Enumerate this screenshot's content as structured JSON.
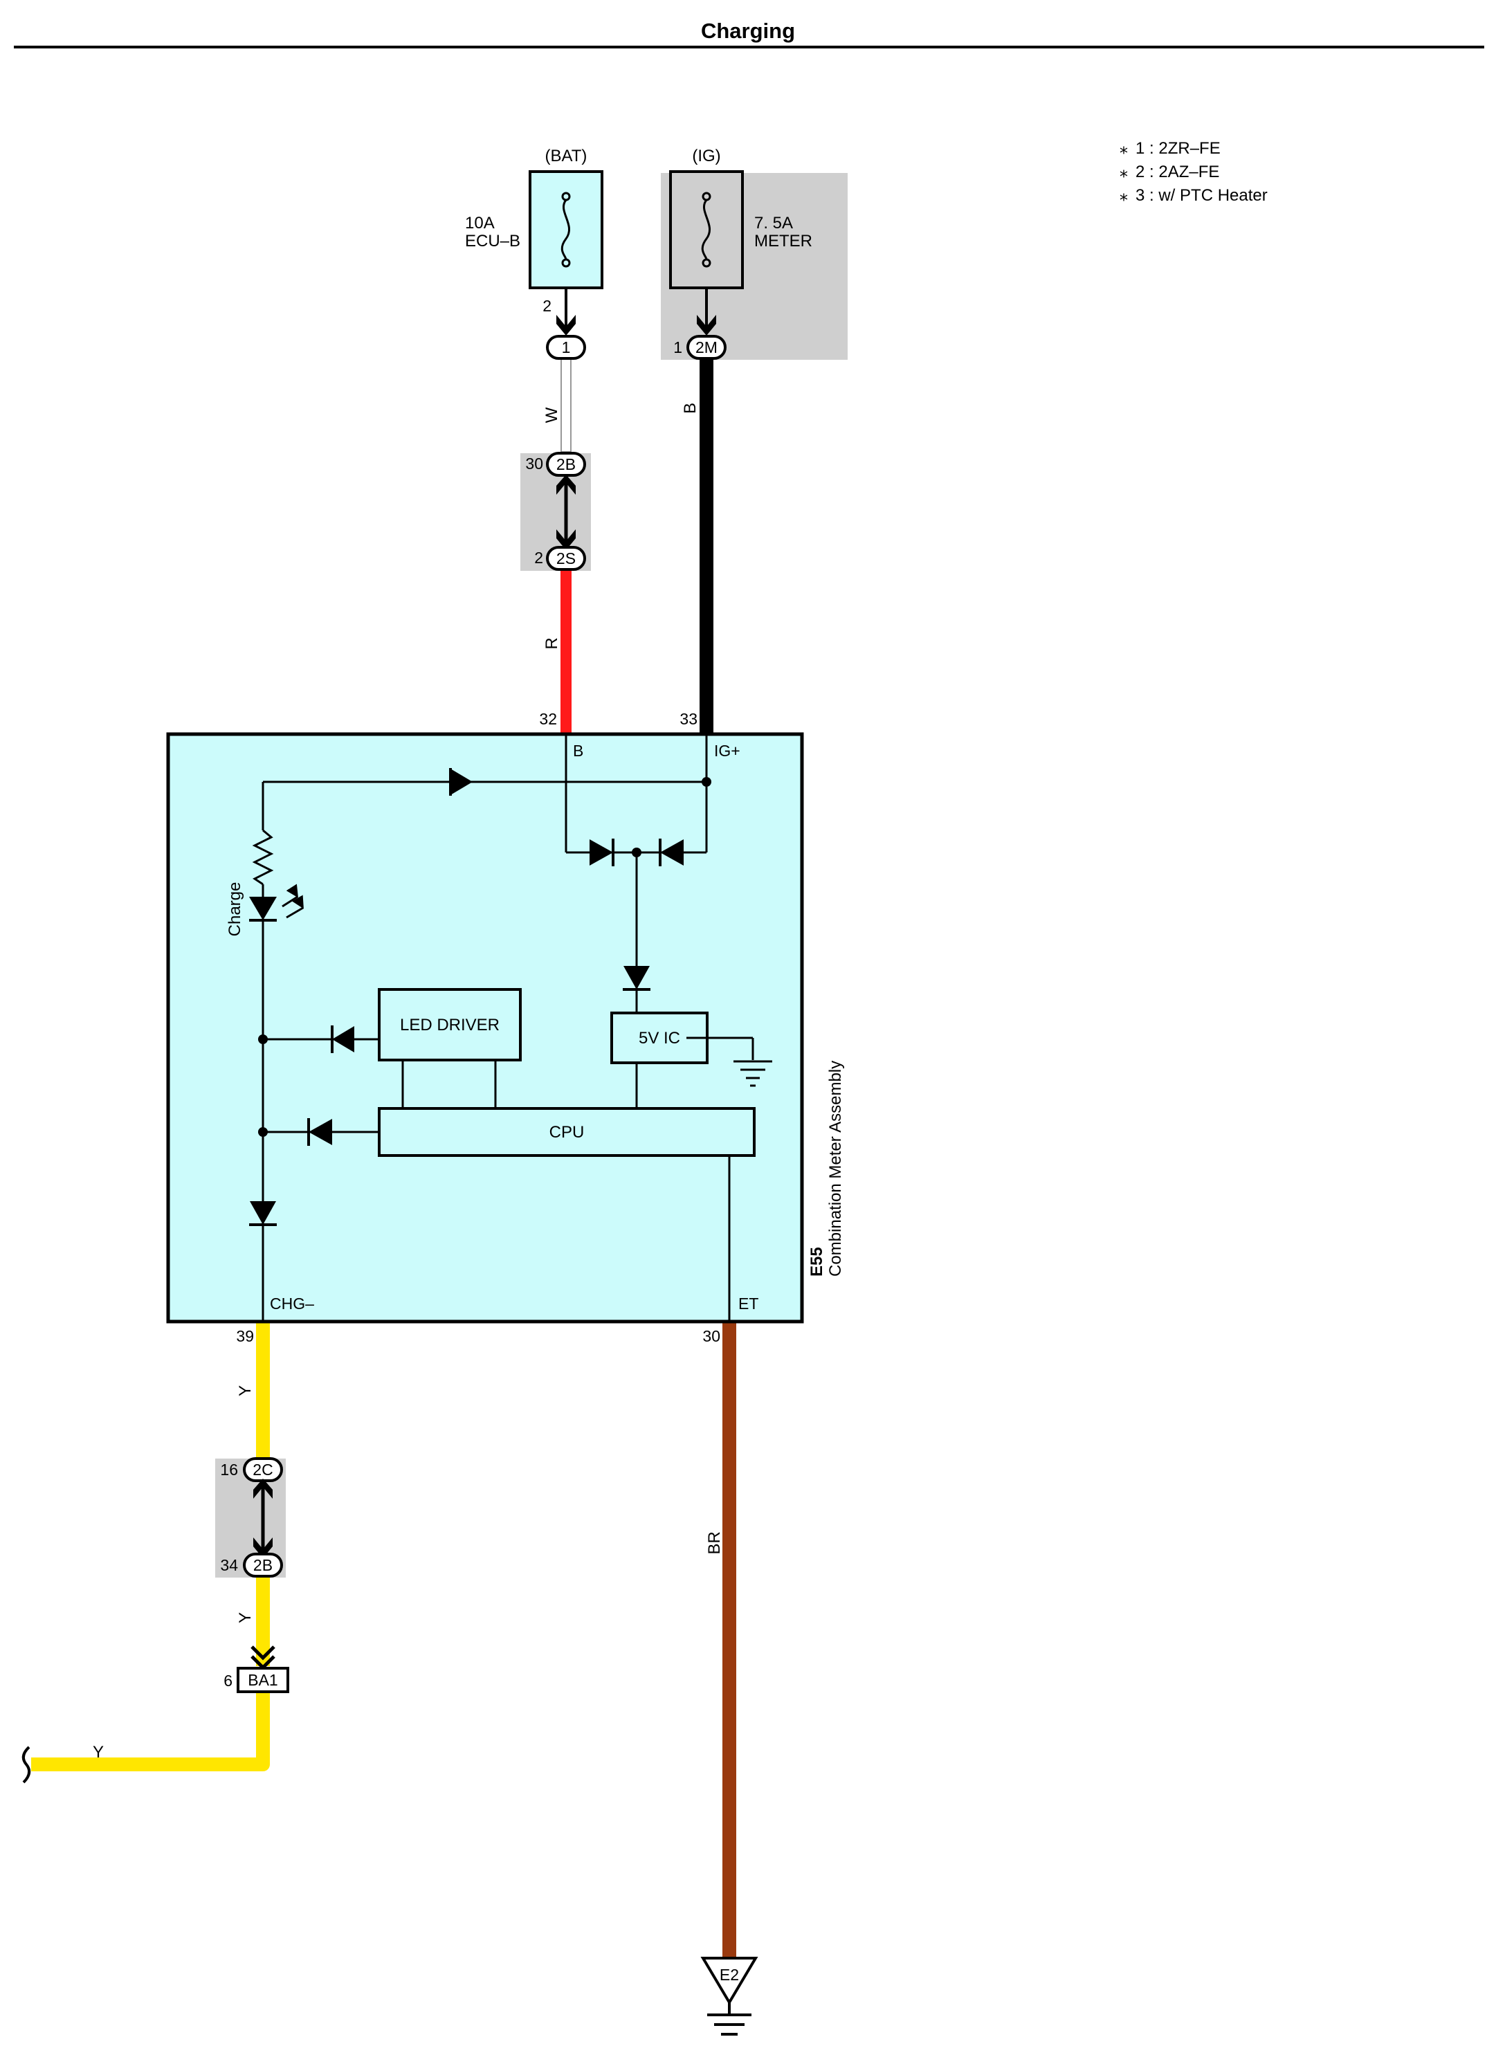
{
  "page": {
    "title": "Charging"
  },
  "notes": [
    {
      "mark": "⁎",
      "text": "1 : 2ZR–FE"
    },
    {
      "mark": "⁎",
      "text": "2 : 2AZ–FE"
    },
    {
      "mark": "⁎",
      "text": "3 : w/ PTC Heater"
    }
  ],
  "fuses": {
    "bat": {
      "source": "(BAT)",
      "rating": "10A",
      "name": "ECU–B",
      "out_pin": "2",
      "connector": "1"
    },
    "ig": {
      "source": "(IG)",
      "rating": "7. 5A",
      "name": "METER",
      "out_pin": "1",
      "connector": "2M"
    }
  },
  "junction_bat": {
    "top_pin": "30",
    "top_connector": "2B",
    "bottom_pin": "2",
    "bottom_connector": "2S"
  },
  "junction_chg": {
    "top_pin": "16",
    "top_connector": "2C",
    "bottom_pin": "34",
    "bottom_connector": "2B"
  },
  "meter": {
    "code": "E55",
    "name": "Combination Meter Assembly",
    "terminals": {
      "b": {
        "pin": "32",
        "label": "B"
      },
      "ig": {
        "pin": "33",
        "label": "IG+"
      },
      "chg": {
        "pin": "39",
        "label": "CHG–"
      },
      "et": {
        "pin": "30",
        "label": "ET"
      }
    },
    "blocks": {
      "led_driver": "LED DRIVER",
      "ic5v": "5V IC",
      "cpu": "CPU"
    },
    "lamp": "Charge"
  },
  "wires": {
    "bat_upper": {
      "code": "W",
      "color": "#ffffff"
    },
    "bat_lower": {
      "code": "R",
      "color": "#ff1a1a"
    },
    "ig": {
      "code": "B",
      "color": "#000000"
    },
    "chg_upper": {
      "code": "Y",
      "color": "#ffe600"
    },
    "chg_lower": {
      "code": "Y",
      "color": "#ffe600"
    },
    "chg_out": {
      "code": "Y",
      "color": "#ffe600"
    },
    "et": {
      "code": "BR",
      "color": "#9a3a0f"
    }
  },
  "connector_ba1": {
    "pin": "6",
    "label": "BA1"
  },
  "ground": {
    "label": "E2"
  },
  "colors": {
    "module_fill": "#ccfbfb",
    "junction_shade": "#cfcfcf"
  }
}
